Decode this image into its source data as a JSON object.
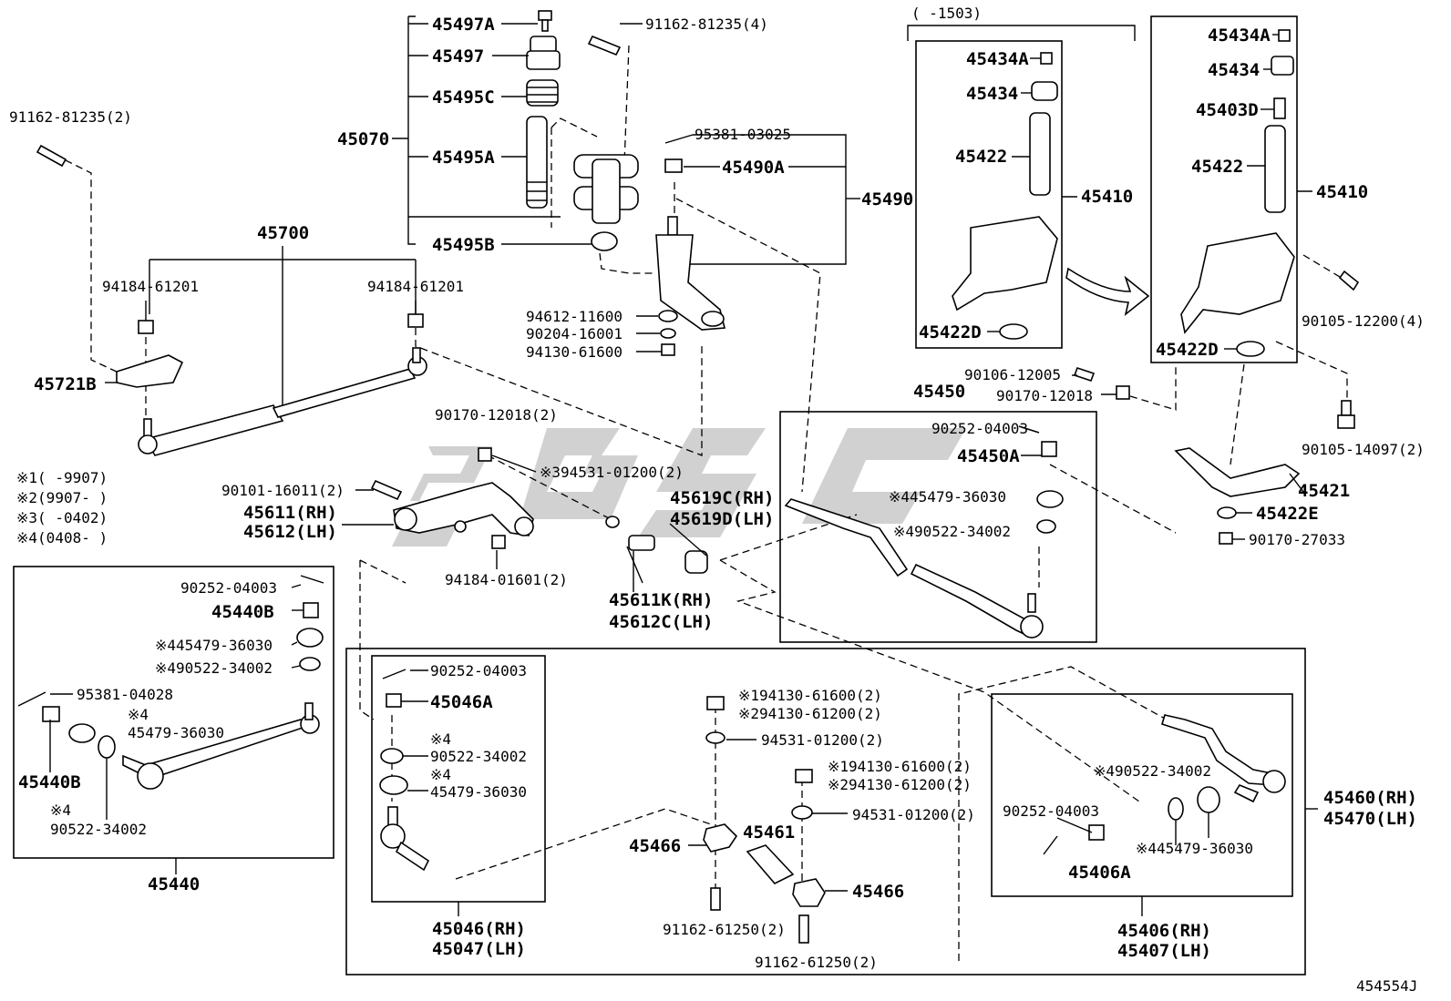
{
  "diagram_id": "454554J",
  "watermark": "SGS",
  "applicability_notes": [
    {
      "mark": "※1",
      "range": "(      -9907)"
    },
    {
      "mark": "※2",
      "range": "(9907-      )"
    },
    {
      "mark": "※3",
      "range": "(      -0402)"
    },
    {
      "mark": "※4",
      "range": "(0408-      )"
    }
  ],
  "top_range_note": "(      -1503)",
  "labels": {
    "l_45497A": "45497A",
    "l_45497": "45497",
    "l_45495C": "45495C",
    "l_45495A": "45495A",
    "l_45070": "45070",
    "l_45495B": "45495B",
    "l_91162_81235_4": "91162-81235(4)",
    "l_91162_81235_2": "91162-81235(2)",
    "l_95381_03025": "95381-03025",
    "l_45490A": "45490A",
    "l_45490": "45490",
    "l_94612_11600": "94612-11600",
    "l_90204_16001": "90204-16001",
    "l_94130_61600": "94130-61600",
    "l_45700": "45700",
    "l_94184_61201_a": "94184-61201",
    "l_94184_61201_b": "94184-61201",
    "l_45721B": "45721B",
    "l_90170_12018_2": "90170-12018(2)",
    "l_394531_01200": "※394531-01200(2)",
    "l_90101_16011": "90101-16011(2)",
    "l_45611": "45611(RH)",
    "l_45612": "45612(LH)",
    "l_94184_01601": "94184-01601(2)",
    "l_45619C": "45619C(RH)",
    "l_45619D": "45619D(LH)",
    "l_45611K": "45611K(RH)",
    "l_45612C": "45612C(LH)",
    "l_45434A_a": "45434A",
    "l_45434_a": "45434",
    "l_45422_a": "45422",
    "l_45410_a": "45410",
    "l_45422D_a": "45422D",
    "l_45434A_b": "45434A",
    "l_45434_b": "45434",
    "l_45403D": "45403D",
    "l_45422_b": "45422",
    "l_45410_b": "45410",
    "l_45422D_b": "45422D",
    "l_90105_12200": "90105-12200(4)",
    "l_90106_12005": "90106-12005",
    "l_90170_12018": "90170-12018",
    "l_45450": "45450",
    "l_90252_04003_a": "90252-04003",
    "l_45450A": "45450A",
    "l_445479_36030_a": "※445479-36030",
    "l_490522_34002_a": "※490522-34002",
    "l_90105_14097": "90105-14097(2)",
    "l_45421": "45421",
    "l_45422E": "45422E",
    "l_90170_27033": "90170-27033",
    "l_90252_04003_b": "90252-04003",
    "l_45440B_a": "45440B",
    "l_4_45479_36030": "※445479-36030",
    "l_4_90522_34002": "※490522-34002",
    "l_95381_04028": "95381-04028",
    "l_4_mark_a": "※4",
    "l_45479_36030_a": "45479-36030",
    "l_45440B_b": "45440B",
    "l_4_mark_b": "※4",
    "l_90522_34002_a": "90522-34002",
    "l_45440": "45440",
    "l_90252_04003_c": "90252-04003",
    "l_45046A": "45046A",
    "l_4_mark_c": "※4",
    "l_90522_34002_b": "90522-34002",
    "l_4_mark_d": "※4",
    "l_45479_36030_b": "45479-36030",
    "l_45046": "45046(RH)",
    "l_45047": "45047(LH)",
    "l_194130_61600_a": "※194130-61600(2)",
    "l_294130_61200_a": "※294130-61200(2)",
    "l_94531_01200_a": "94531-01200(2)",
    "l_194130_61600_b": "※194130-61600(2)",
    "l_294130_61200_b": "※294130-61200(2)",
    "l_94531_01200_b": "94531-01200(2)",
    "l_45466_a": "45466",
    "l_45461": "45461",
    "l_45466_b": "45466",
    "l_91162_61250_a": "91162-61250(2)",
    "l_91162_61250_b": "91162-61250(2)",
    "l_490522_34002_b": "※490522-34002",
    "l_90252_04003_d": "90252-04003",
    "l_45406A": "45406A",
    "l_445479_36030_b": "※445479-36030",
    "l_45406": "45406(RH)",
    "l_45407": "45407(LH)",
    "l_45460": "45460(RH)",
    "l_45470": "45470(LH)"
  }
}
